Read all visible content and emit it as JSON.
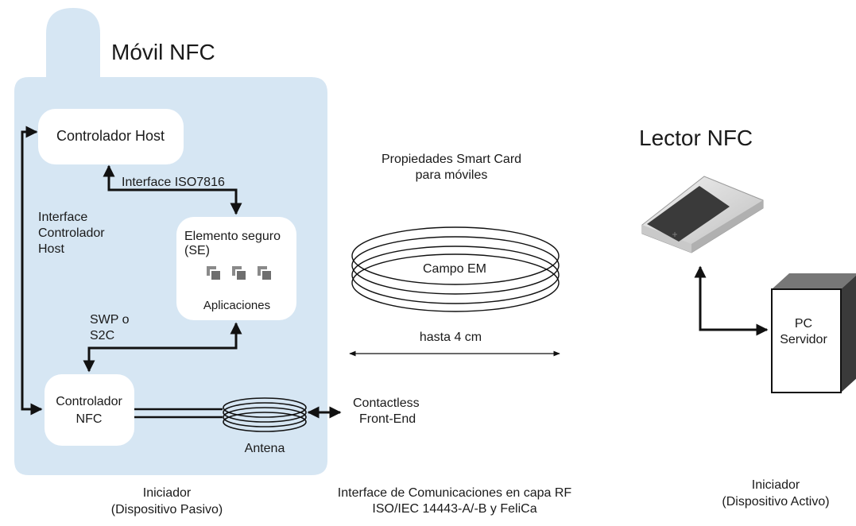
{
  "mobile": {
    "title": "Móvil NFC",
    "host_controller": "Controlador Host",
    "iso_interface": "Interface ISO7816",
    "host_interface": [
      "Interface",
      "Controlador",
      "Host"
    ],
    "secure_element": [
      "Elemento seguro",
      "(SE)"
    ],
    "applications": "Aplicaciones",
    "swp": [
      "SWP o",
      "S2C"
    ],
    "nfc_controller": [
      "Controlador",
      "NFC"
    ],
    "antenna": "Antena",
    "role": [
      "Iniciador",
      "(Dispositivo Pasivo)"
    ]
  },
  "field": {
    "smartcard": [
      "Propiedades Smart Card",
      "para móviles"
    ],
    "em_field": "Campo EM",
    "distance": "hasta 4 cm",
    "contactless": [
      "Contactless",
      "Front-End"
    ],
    "rf_interface": [
      "Interface de Comunicaciones en capa RF",
      "ISO/IEC 14443-A/-B y FeliCa"
    ]
  },
  "reader": {
    "title": "Lector NFC",
    "pc_server": [
      "PC",
      "Servidor"
    ],
    "role": [
      "Iniciador",
      "(Dispositivo Activo)"
    ]
  },
  "colors": {
    "mobile_fill": "#d6e6f3",
    "reader_dark": "#3a3a3a",
    "app_icon": "#8a8a8a"
  },
  "icons": [
    "app-icon",
    "app-icon",
    "app-icon"
  ]
}
